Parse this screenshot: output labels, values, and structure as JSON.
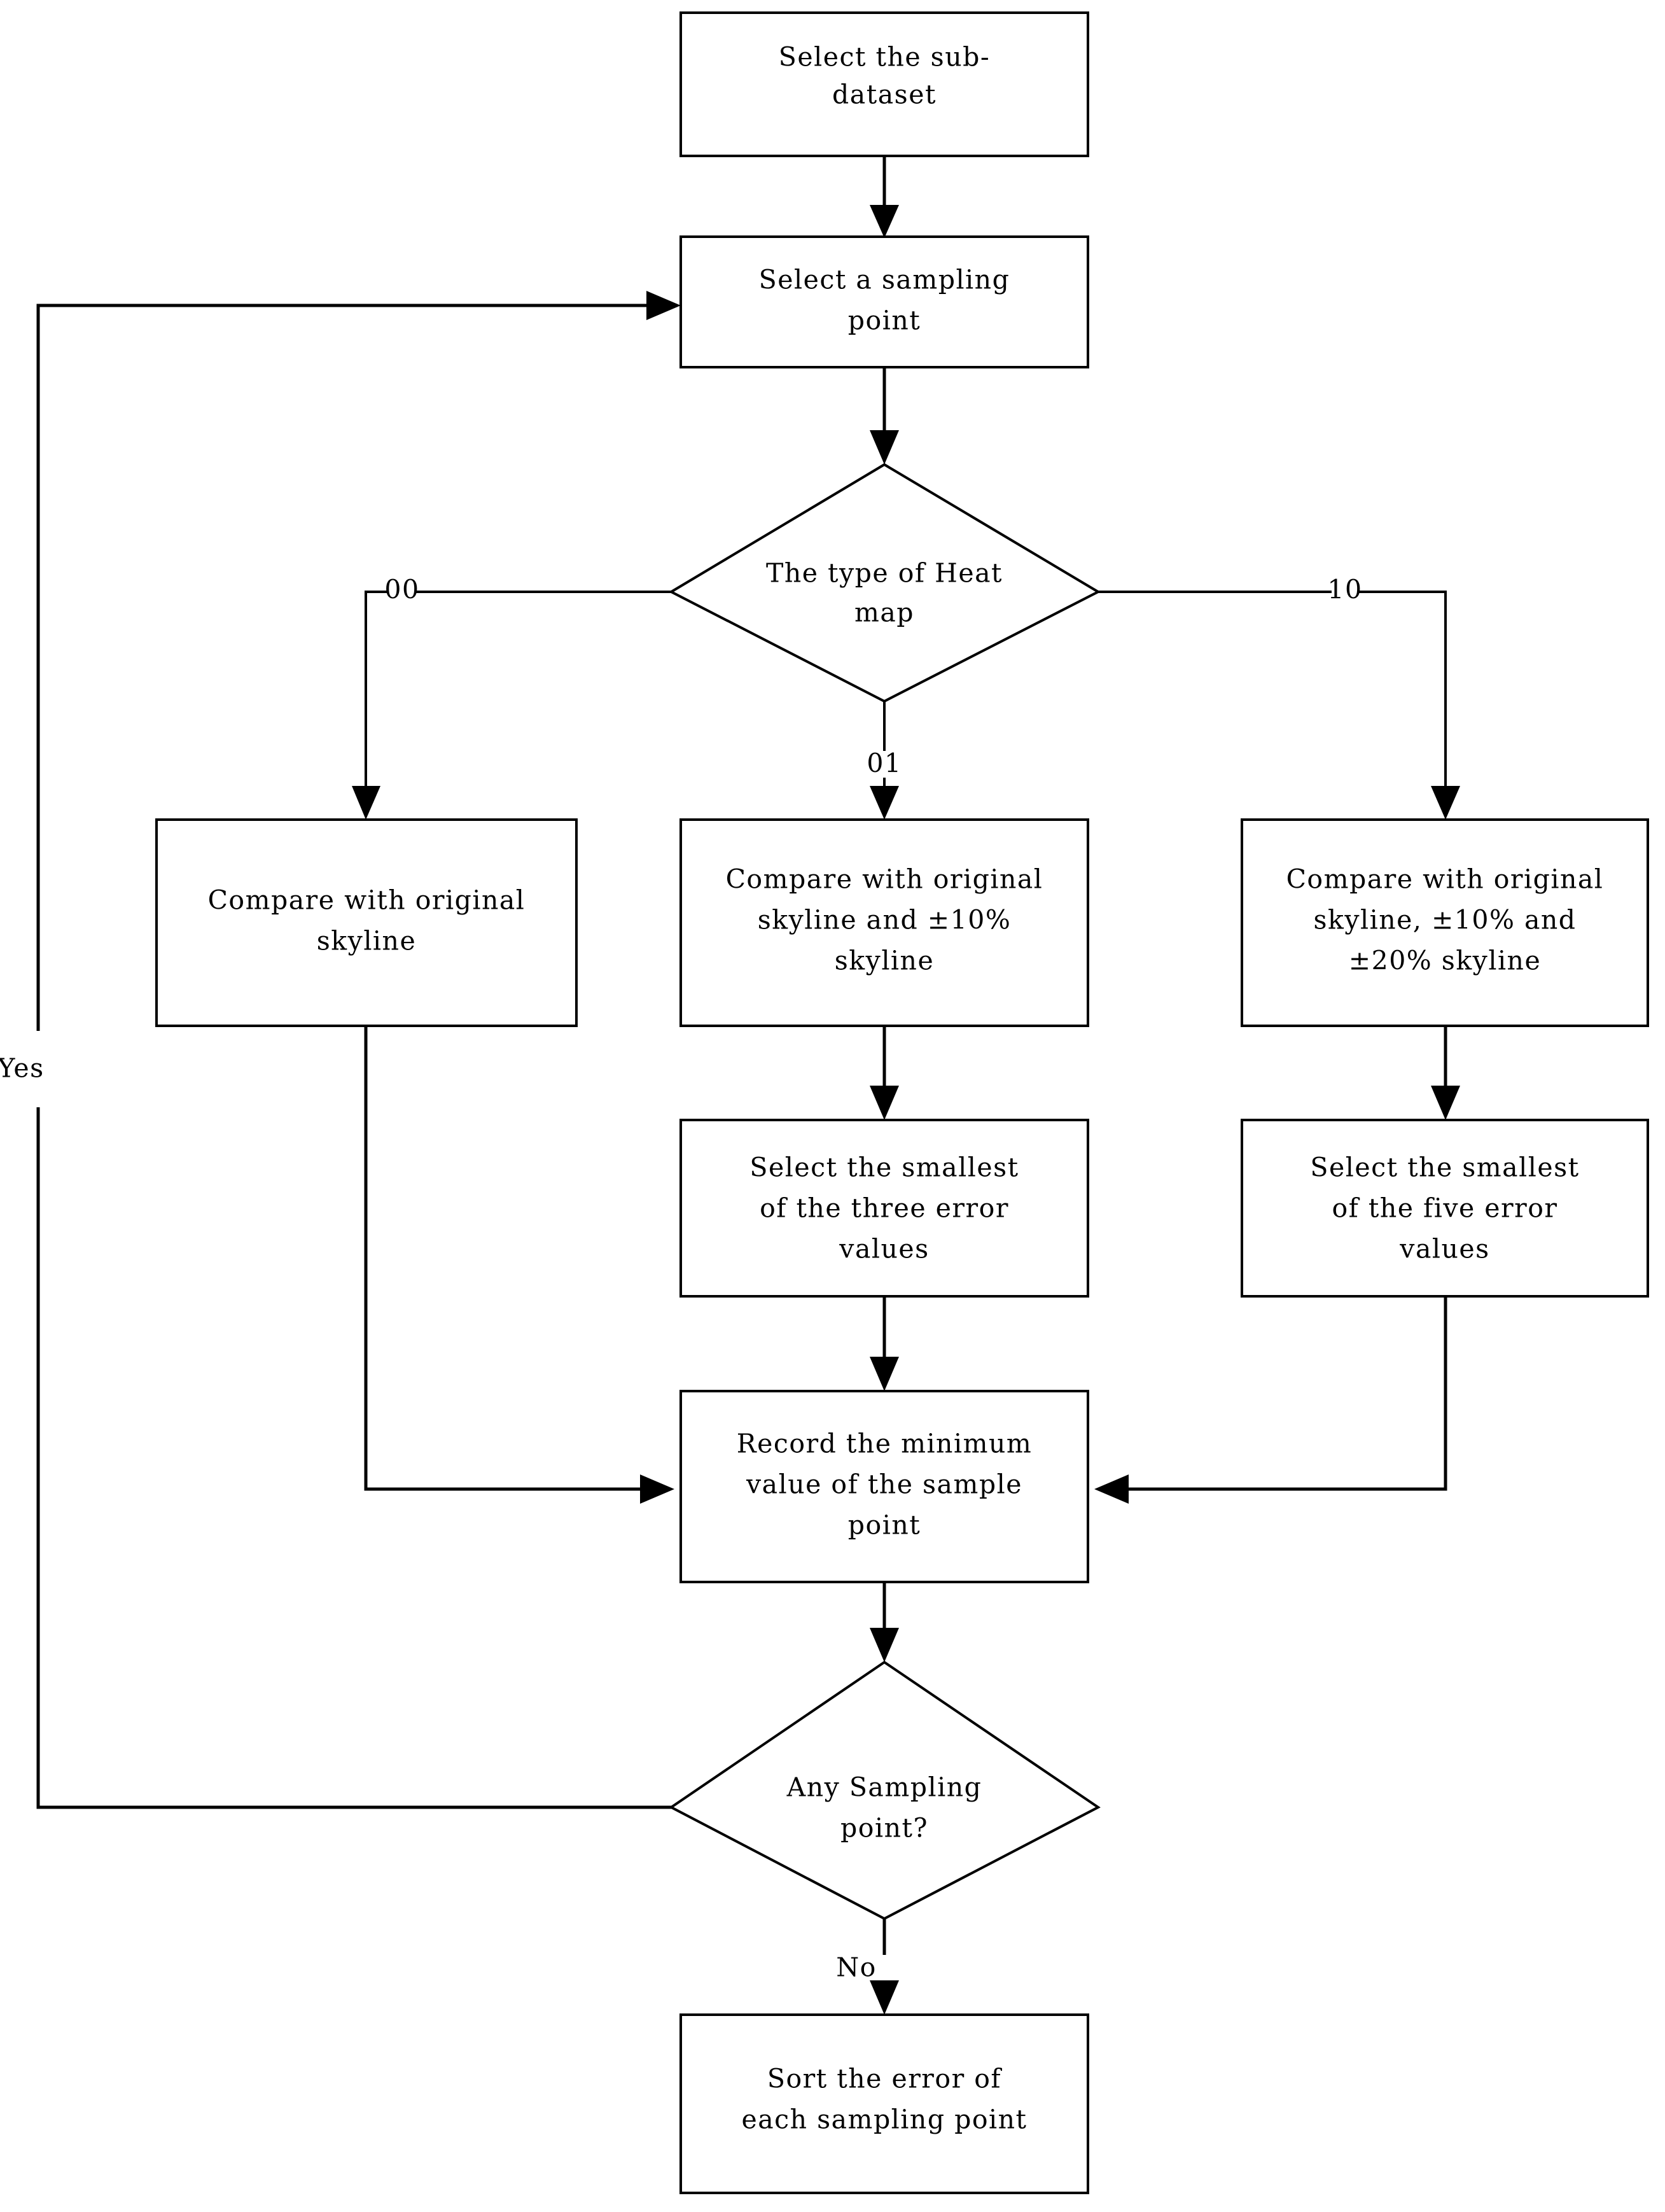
{
  "diagram": {
    "title": "Heat map sampling error evaluation flowchart",
    "background_color": "#ffffff",
    "line_color": "#000000",
    "text_color": "#000000"
  },
  "nodes": {
    "select_sub_dataset": {
      "shape": "process",
      "lines": [
        "Select the sub-",
        "dataset"
      ]
    },
    "select_sampling_point": {
      "shape": "process",
      "lines": [
        "Select a sampling",
        "point"
      ]
    },
    "heat_map_type": {
      "shape": "decision",
      "lines": [
        "The type of Heat",
        "map"
      ]
    },
    "compare_original": {
      "shape": "process",
      "lines": [
        "Compare with original",
        "skyline"
      ]
    },
    "compare_original_10": {
      "shape": "process",
      "lines": [
        "Compare with original",
        "skyline and ±10%",
        "skyline"
      ]
    },
    "compare_original_10_20": {
      "shape": "process",
      "lines": [
        "Compare with original",
        "skyline, ±10% and",
        "±20% skyline"
      ]
    },
    "smallest_three": {
      "shape": "process",
      "lines": [
        "Select the smallest",
        "of the three error",
        "values"
      ]
    },
    "smallest_five": {
      "shape": "process",
      "lines": [
        "Select the smallest",
        "of the five error",
        "values"
      ]
    },
    "record_minimum": {
      "shape": "process",
      "lines": [
        "Record the minimum",
        "value of the sample",
        "point"
      ]
    },
    "any_sampling_point": {
      "shape": "decision",
      "lines": [
        "Any Sampling",
        "point?"
      ]
    },
    "sort_error": {
      "shape": "process",
      "lines": [
        "Sort the error of",
        "each sampling point"
      ]
    }
  },
  "edge_labels": {
    "branch_00": "00",
    "branch_01": "01",
    "branch_10": "10",
    "loop_yes": "Yes",
    "exit_no": "No"
  }
}
